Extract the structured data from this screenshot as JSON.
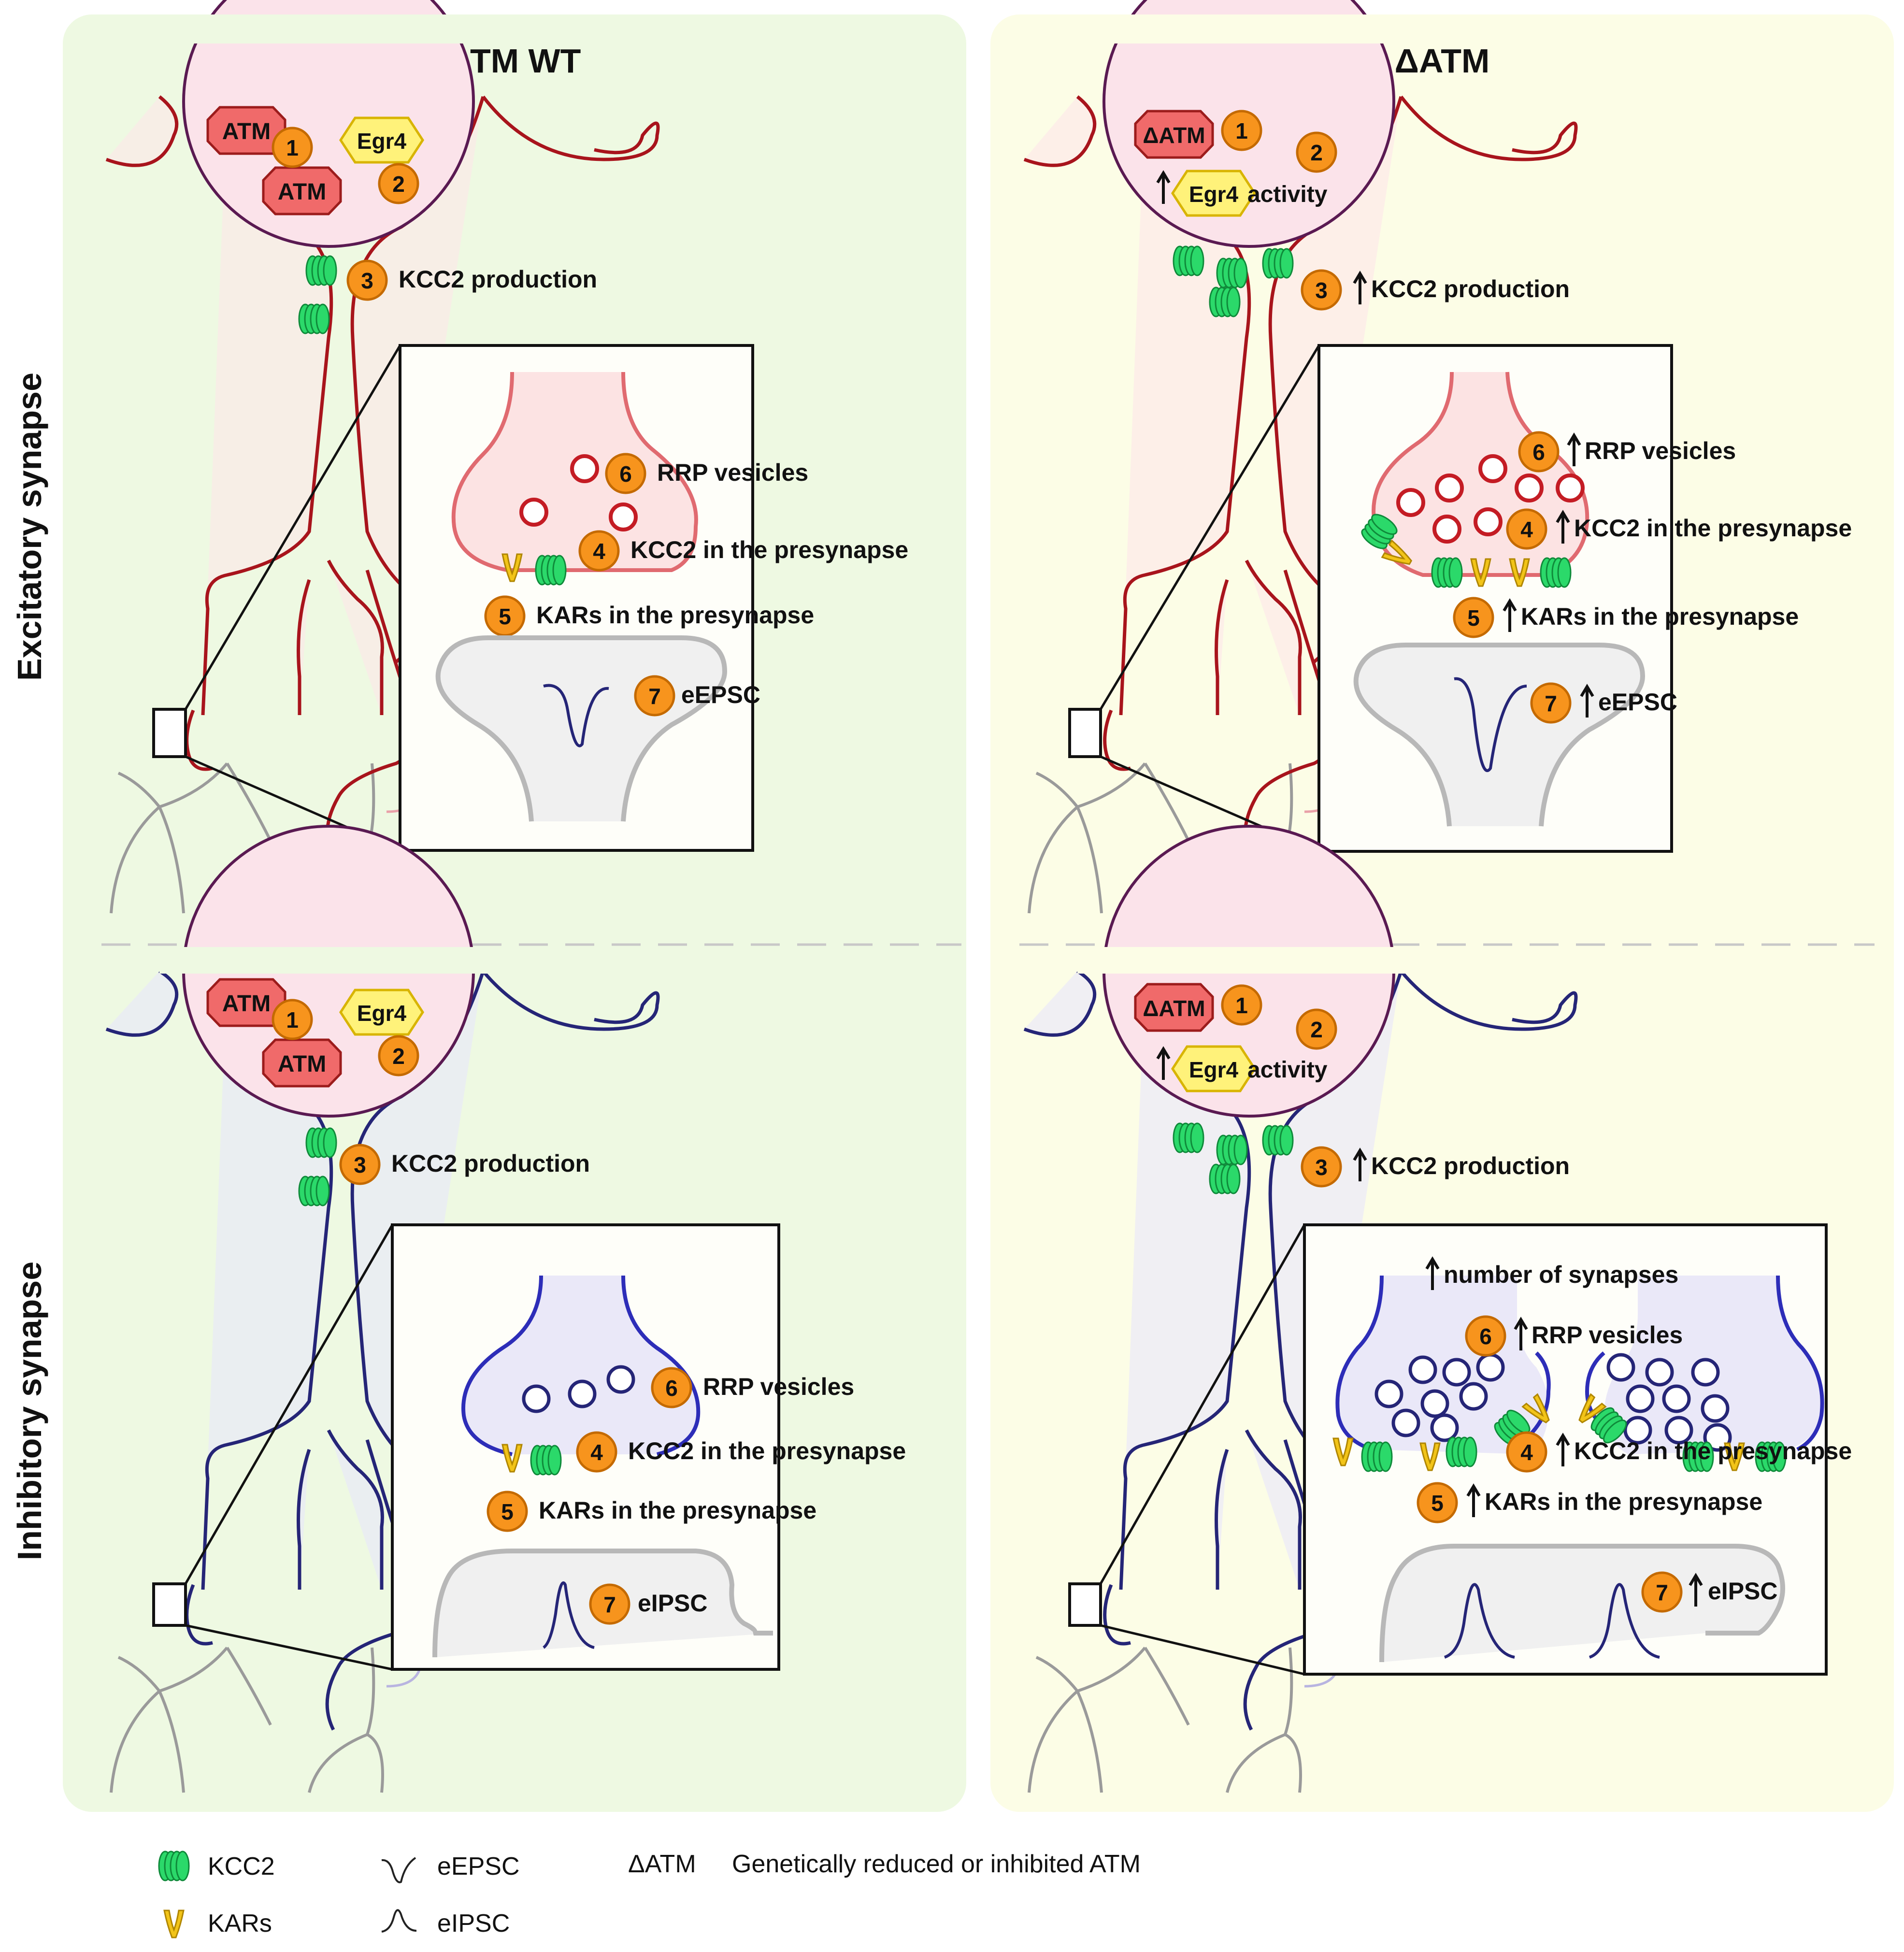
{
  "columns": {
    "left": "ATM WT",
    "right": "ΔATM"
  },
  "rows": {
    "top": "Excitatory synapse",
    "bottom": "Inhibitory synapse"
  },
  "wt": {
    "atm_a": "ATM",
    "atm_b": "ATM",
    "egr4": "Egr4",
    "kcc2_production": "KCC2 production",
    "rrp": "RRP vesicles",
    "kcc2_pre": "KCC2 in the presynapse",
    "kars_pre": "KARs in the presynapse",
    "epsc": "eEPSC",
    "ipsc": "eIPSC"
  },
  "ko": {
    "atm": "ΔATM",
    "egr4": "Egr4",
    "activity": "activity",
    "kcc2_production": "KCC2 production",
    "rrp": "RRP vesicles",
    "kcc2_pre": "KCC2 in the presynapse",
    "kars_pre": "KARs in the presynapse",
    "epsc": "eEPSC",
    "ipsc": "eIPSC",
    "synapses": "number of synapses"
  },
  "steps": [
    "1",
    "2",
    "3",
    "4",
    "5",
    "6",
    "7"
  ],
  "legend": {
    "kcc2": "KCC2",
    "kars": "KARs",
    "epsc": "eEPSC",
    "ipsc": "eIPSC",
    "datm": "ΔATM",
    "datm_desc": "Genetically reduced or inhibited ATM"
  },
  "icons": {
    "kcc2": "kcc2-transporter-icon",
    "kars": "kainate-receptor-icon",
    "step": "numbered-step-badge",
    "up": "up-arrow-icon"
  },
  "colors": {
    "wt_bg": "#eef9e2",
    "ko_bg": "#fcfde6",
    "excitatory": "#a8141c",
    "inhibitory": "#252577",
    "kcc2": "#2bd96a",
    "kars": "#f2c418",
    "step_badge": "#f7941d",
    "atm": "#f06a6a",
    "egr4": "#fff27a"
  }
}
